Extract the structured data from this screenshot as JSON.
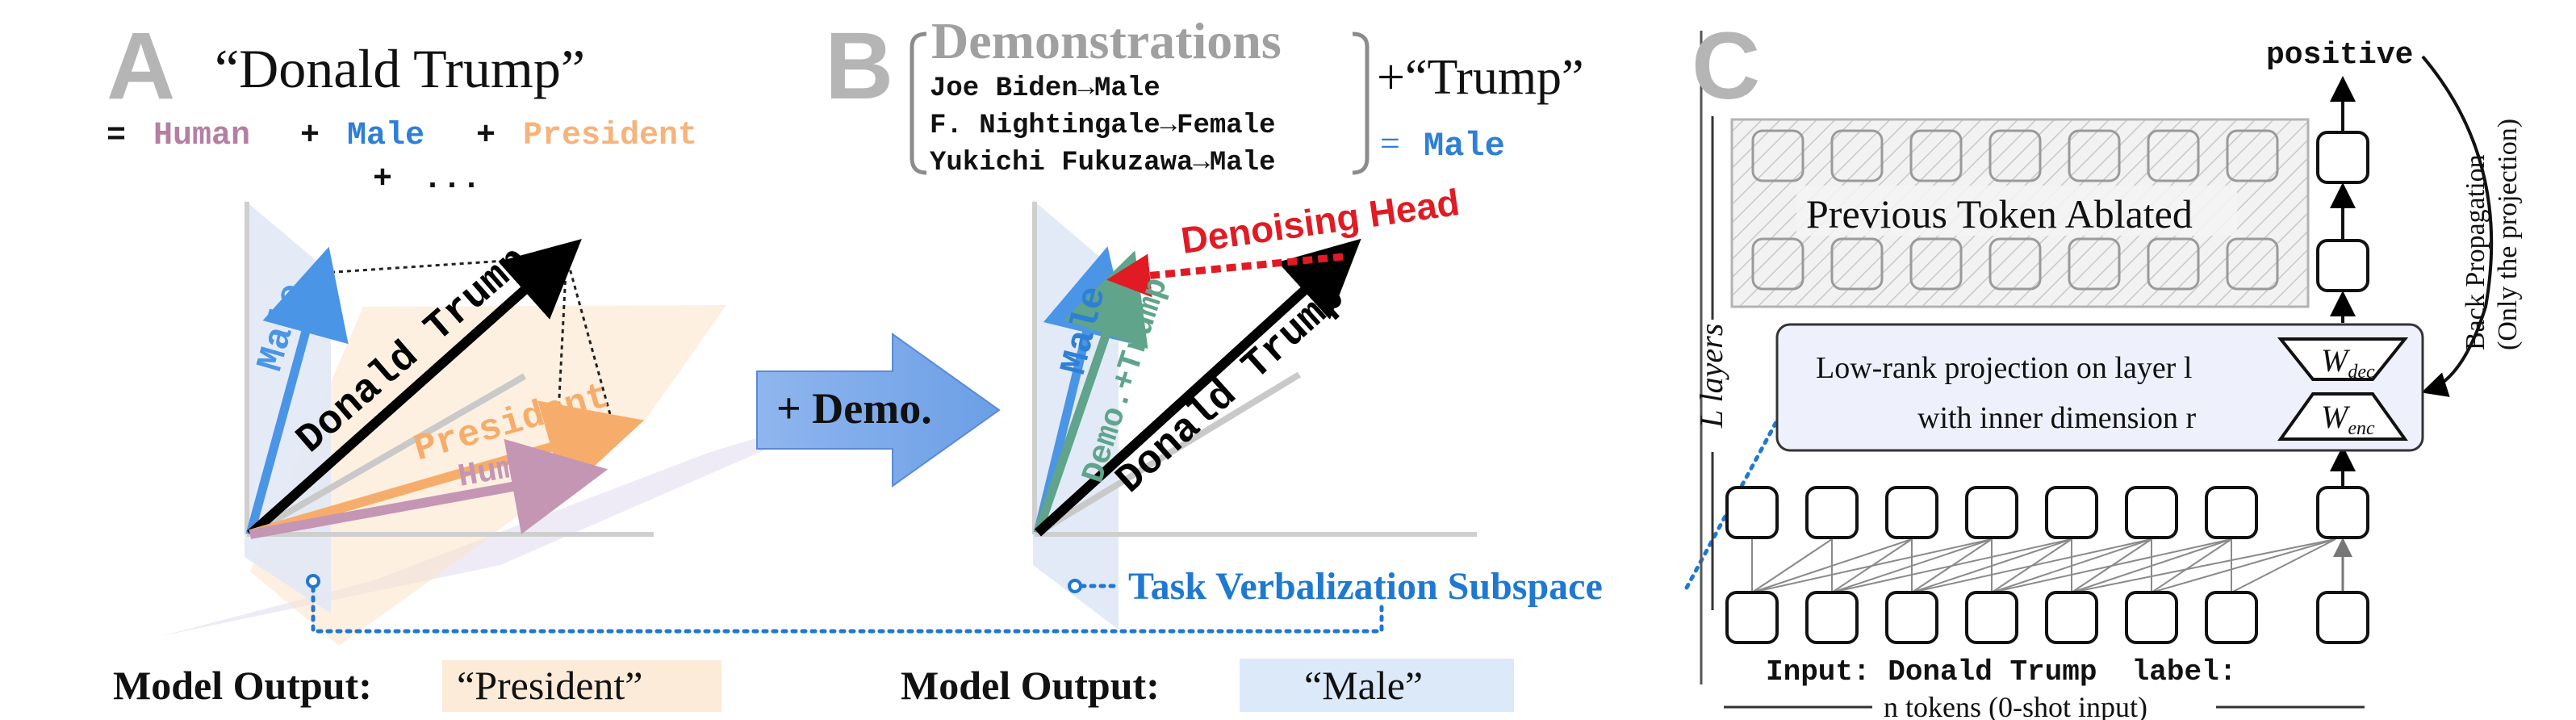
{
  "panel_a": {
    "letter": "A",
    "quote": "“Donald Trump”",
    "eq_sign": "=",
    "human": "Human",
    "plus1": "+",
    "male": "Male",
    "plus2": "+",
    "president": "President",
    "plus3": "+",
    "ellipsis": "...",
    "vec_male": "Male",
    "vec_trump": "Donald Trump",
    "vec_president": "President",
    "vec_human": "Human",
    "output_label": "Model Output:",
    "output_value": "“President”"
  },
  "arrow_label": "+ Demo.",
  "panel_b": {
    "letter": "B",
    "demo_title": "Demonstrations",
    "demo_1": "Joe Biden→Male",
    "demo_2": "F. Nightingale→Female",
    "demo_3": "Yukichi Fukuzawa→Male",
    "plus_trump": "+“Trump”",
    "eq_sign": "=",
    "eq_value": "Male",
    "denoising": "Denoising Head",
    "vec_male": "Male",
    "vec_demo": "Demo.+Trump",
    "vec_trump": "Donald Trump",
    "subspace": "Task Verbalization Subspace",
    "output_label": "Model Output:",
    "output_value": "“Male”"
  },
  "panel_c": {
    "letter": "C",
    "output_token": "positive",
    "backprop_1": "Back Propagation",
    "backprop_2": "(Only the projection)",
    "ablated": "Previous Token Ablated",
    "layers": "L layers",
    "proj_1": "Low-rank projection on layer l",
    "proj_2": "with inner dimension r",
    "w_dec": "W",
    "w_dec_sub": "dec",
    "w_enc": "W",
    "w_enc_sub": "enc",
    "input_text": "Input: Donald Trump  label:",
    "tokens": "n tokens (0-shot input)"
  },
  "colors": {
    "gray_letter": "#b5b5b5",
    "human": "#b57fa3",
    "male": "#2e7fd6",
    "president": "#f6b37a",
    "demo": "#5fa48b",
    "red": "#e01b24",
    "blue_dotted": "#1f78d1"
  }
}
